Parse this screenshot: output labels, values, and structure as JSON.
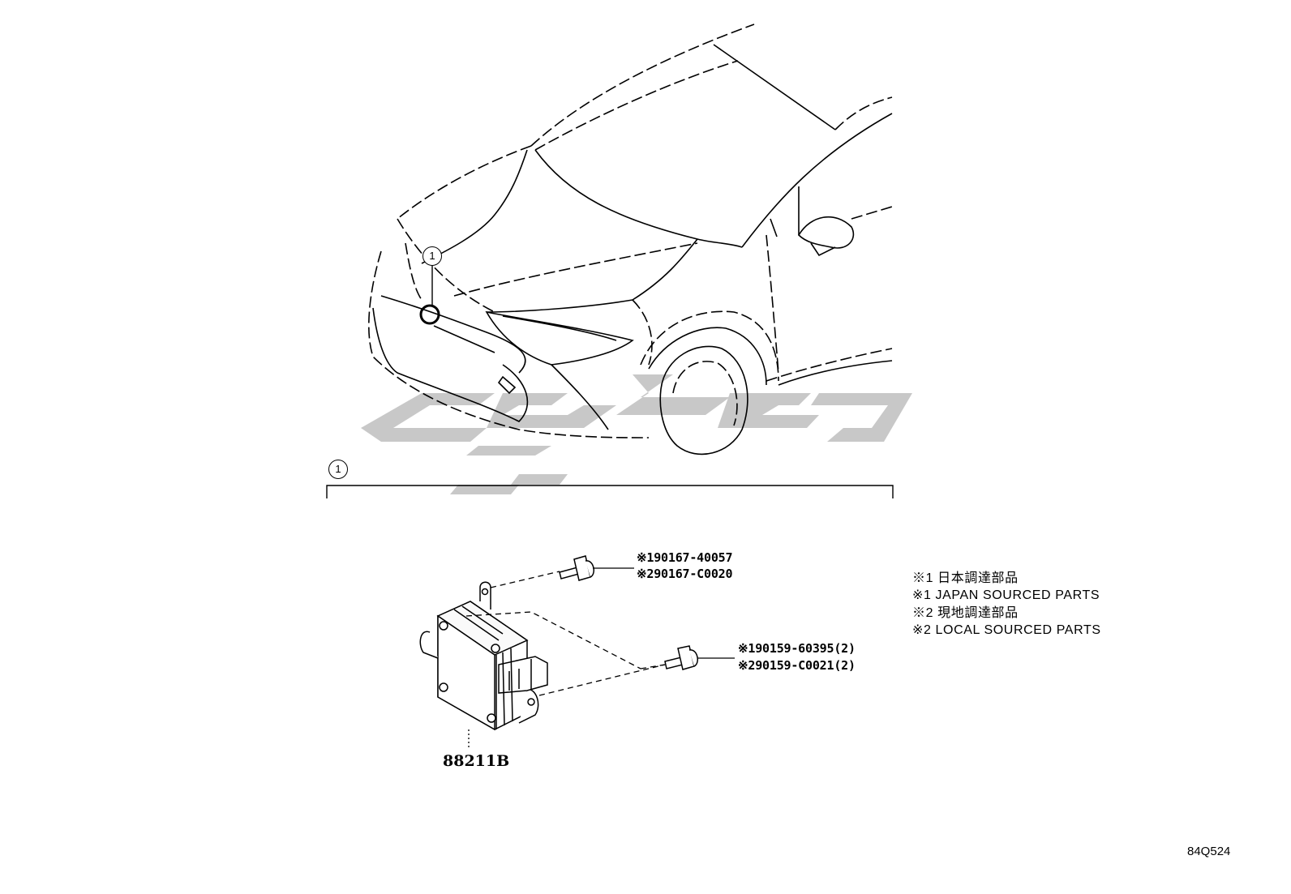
{
  "callouts": {
    "vehicle_callout": "1",
    "bracket_callout": "1"
  },
  "parts": {
    "bolt_upper": {
      "line1": "※190167-40057",
      "line2": "※290167-C0020"
    },
    "bolt_lower": {
      "line1": "※190159-60395(2)",
      "line2": "※290159-C0021(2)"
    },
    "main_unit": "88211B"
  },
  "legend": [
    "※1 日本調達部品",
    "※1 JAPAN SOURCED PARTS",
    "※2 現地調達部品",
    "※2 LOCAL SOURCED PARTS"
  ],
  "diagram_code": "84Q524"
}
